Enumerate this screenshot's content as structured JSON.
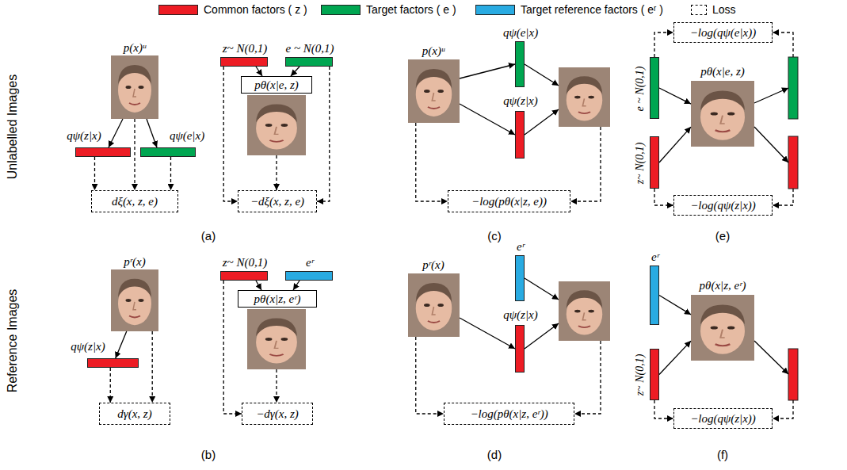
{
  "diagram": {
    "nodes": [
      {
        "text": [
          "p(x)ᵘ"
        ]
      },
      {
        "text": [
          "qψ(z|x)"
        ]
      },
      {
        "text": [
          "qψ(e|x)"
        ]
      },
      {
        "text": [
          "dξ(x, z, e)"
        ]
      },
      {
        "text": [
          "z~ N(0,1)"
        ]
      },
      {
        "text": [
          "e ~ N(0,1)"
        ]
      },
      {
        "text": [
          "pθ(x|e, z)"
        ]
      },
      {
        "text": [
          "−dξ(x, z, e)"
        ]
      },
      {
        "text": [
          "p(x)ᵘ"
        ]
      },
      {
        "text": [
          "qψ(e|x)"
        ]
      },
      {
        "text": [
          "qψ(z|x)"
        ]
      },
      {
        "text": [
          "−log(pθ(x|z, e))"
        ]
      },
      {
        "text": [
          "−log(qψ(e|x))"
        ]
      },
      {
        "text": [
          "e ~ N(0,1)"
        ]
      },
      {
        "text": [
          "z~ N(0,1)"
        ]
      },
      {
        "text": [
          "pθ(x|e, z)"
        ]
      },
      {
        "text": [
          "−log(qψ(z|x))"
        ]
      },
      {
        "text": [
          "pʳ(x)"
        ]
      },
      {
        "text": [
          "qψ(z|x)"
        ]
      },
      {
        "text": [
          "dγ(x, z)"
        ]
      },
      {
        "text": [
          "z~ N(0,1)"
        ]
      },
      {
        "text": [
          "eʳ"
        ]
      },
      {
        "text": [
          "pθ(x|z, eʳ)"
        ]
      },
      {
        "text": [
          "−dγ(x, z)"
        ]
      },
      {
        "text": [
          "pʳ(x)"
        ]
      },
      {
        "text": [
          "eʳ"
        ]
      },
      {
        "text": [
          "qψ(z|x)"
        ]
      },
      {
        "text": [
          "−log(pθ(x|z, eʳ))"
        ]
      },
      {
        "text": [
          "eʳ"
        ]
      },
      {
        "text": [
          "pθ(x|z, eʳ)"
        ]
      },
      {
        "text": [
          "z~ N(0,1)"
        ]
      },
      {
        "text": [
          "−log(qψ(z|x))"
        ]
      }
    ],
    "edges": [
      {
        "from": 0,
        "to": 1,
        "arrow": "to"
      },
      {
        "from": 0,
        "to": 2,
        "arrow": "to"
      },
      {
        "from": 1,
        "to": 3,
        "arrow": "to"
      },
      {
        "from": 0,
        "to": 3,
        "arrow": "to"
      },
      {
        "from": 2,
        "to": 3,
        "arrow": "to"
      },
      {
        "from": 4,
        "to": 6,
        "arrow": "to"
      },
      {
        "from": 5,
        "to": 6,
        "arrow": "to"
      },
      {
        "from": 4,
        "to": 7,
        "arrow": "to"
      },
      {
        "from": 5,
        "to": 7,
        "arrow": "to"
      },
      {
        "from": 8,
        "to": 9,
        "arrow": "to"
      },
      {
        "from": 8,
        "to": 10,
        "arrow": "to"
      },
      {
        "from": 8,
        "to": 11,
        "arrow": "to"
      },
      {
        "from": 13,
        "to": 15,
        "arrow": "to"
      },
      {
        "from": 14,
        "to": 15,
        "arrow": "to"
      },
      {
        "from": 13,
        "to": 12,
        "arrow": "to"
      },
      {
        "from": 14,
        "to": 16,
        "arrow": "to"
      },
      {
        "from": 17,
        "to": 18,
        "arrow": "to"
      },
      {
        "from": 18,
        "to": 19,
        "arrow": "to"
      },
      {
        "from": 17,
        "to": 19,
        "arrow": "to"
      },
      {
        "from": 20,
        "to": 22,
        "arrow": "to"
      },
      {
        "from": 21,
        "to": 22,
        "arrow": "to"
      },
      {
        "from": 20,
        "to": 23,
        "arrow": "to"
      },
      {
        "from": 24,
        "to": 26,
        "arrow": "to"
      },
      {
        "from": 24,
        "to": 27,
        "arrow": "to"
      },
      {
        "from": 28,
        "to": 29,
        "arrow": "to"
      },
      {
        "from": 30,
        "to": 29,
        "arrow": "to"
      },
      {
        "from": 30,
        "to": 31,
        "arrow": "to"
      }
    ],
    "labels": [
      "Unlabelled Images",
      "(a)",
      "(c)",
      "(e)",
      "Reference Images",
      "(b)",
      "(d)",
      "(f)"
    ],
    "legend": [
      {
        "text": "Common factors ( z )",
        "color": "#ed1c24"
      },
      {
        "text": "Target factors ( e )",
        "color": "#00a651"
      },
      {
        "text": "Target reference factors ( eʳ )",
        "color": "#29abe2"
      },
      {
        "text": "Loss"
      }
    ]
  }
}
